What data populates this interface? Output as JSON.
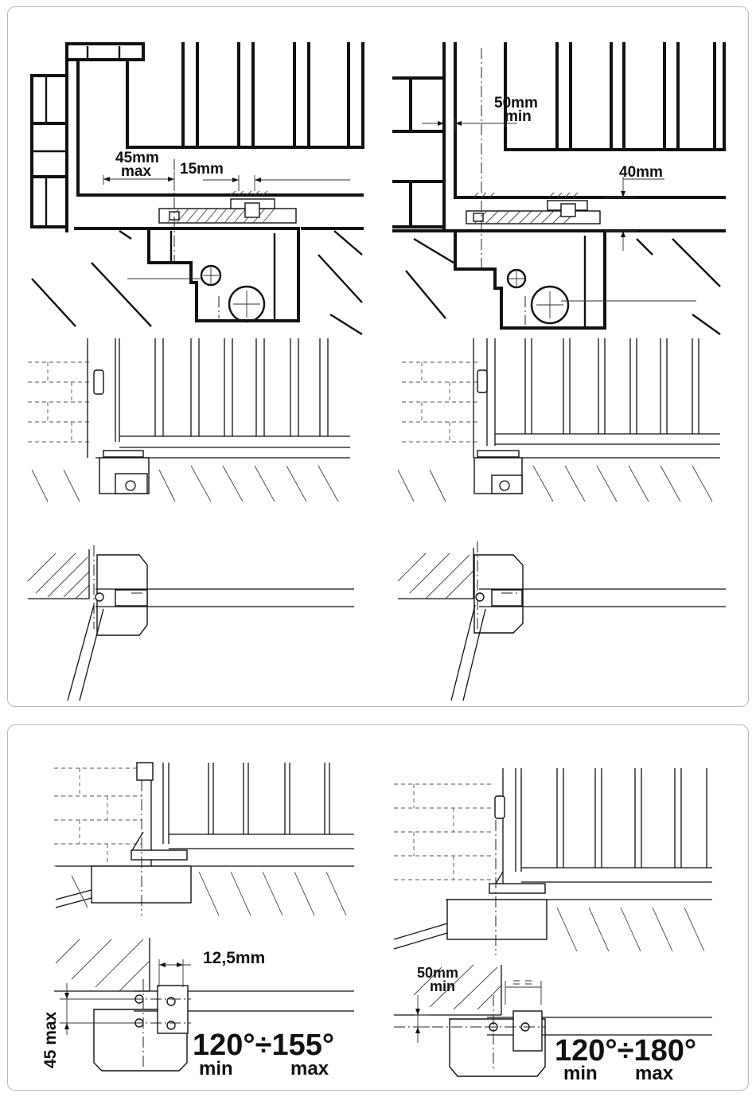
{
  "top_panel": {
    "left_detail": {
      "dim_gap": {
        "value": "45mm",
        "qualifier": "max"
      },
      "dim_offset": "15mm"
    },
    "right_detail": {
      "dim_gap": {
        "value": "50mm",
        "qualifier": "min"
      },
      "dim_height": "40mm"
    }
  },
  "bottom_panel": {
    "left_detail": {
      "dim_offset": "12,5mm",
      "dim_vertical": "45 max",
      "angle_range": "120°÷155°",
      "angle_min_label": "min",
      "angle_max_label": "max"
    },
    "right_detail": {
      "dim_gap": {
        "value": "50mm",
        "qualifier": "min"
      },
      "angle_range": "120°÷180°",
      "angle_min_label": "min",
      "angle_max_label": "max"
    }
  }
}
